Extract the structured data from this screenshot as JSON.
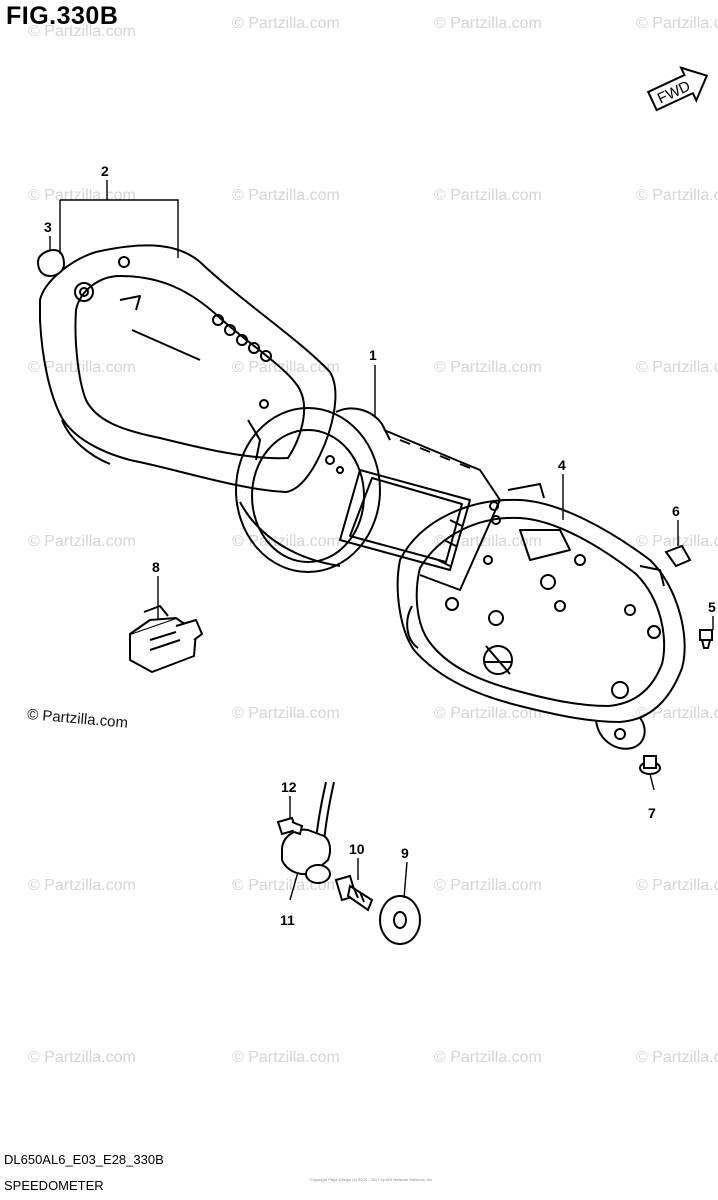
{
  "figure": {
    "title": "FIG.330B",
    "code": "DL650AL6_E03_E28_330B",
    "caption": "SPEEDOMETER",
    "copyright": "Copyright\nPage Design (c) 2004 - 2017 by ARI Network Services, Inc.",
    "fwd_label": "FWD",
    "credit": "© Partzilla.com"
  },
  "watermark": "© Partzilla.com",
  "callouts": [
    {
      "id": "1",
      "label": "1"
    },
    {
      "id": "2",
      "label": "2"
    },
    {
      "id": "3",
      "label": "3"
    },
    {
      "id": "4",
      "label": "4"
    },
    {
      "id": "5",
      "label": "5"
    },
    {
      "id": "6",
      "label": "6"
    },
    {
      "id": "7",
      "label": "7"
    },
    {
      "id": "8",
      "label": "8"
    },
    {
      "id": "9",
      "label": "9"
    },
    {
      "id": "10",
      "label": "10"
    },
    {
      "id": "11",
      "label": "11"
    },
    {
      "id": "12",
      "label": "12"
    }
  ]
}
